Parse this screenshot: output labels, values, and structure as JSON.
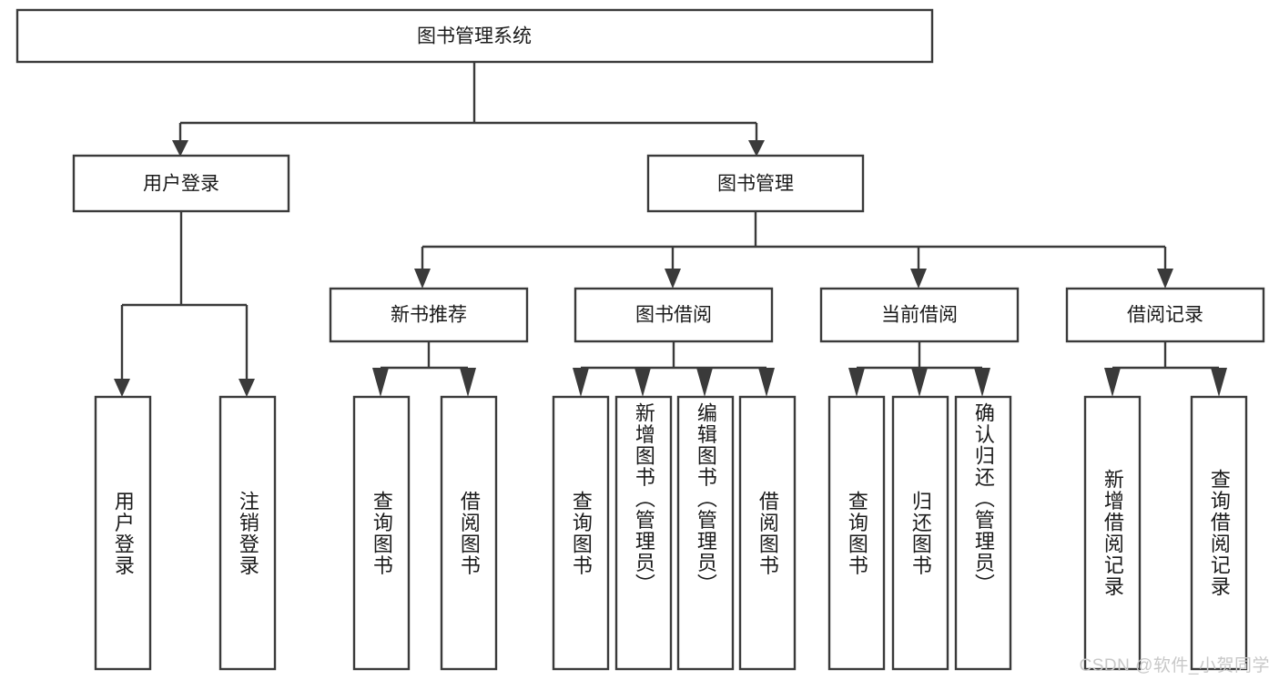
{
  "diagram": {
    "title": "图书管理系统",
    "type": "tree",
    "watermark": "CSDN @软件_小贺同学",
    "colors": {
      "stroke": "#3a3a3a",
      "fill": "#ffffff",
      "text": "#1a1a1a",
      "watermark": "#c8c8c8"
    },
    "levels": {
      "root": {
        "label": "图书管理系统"
      },
      "level2": [
        {
          "id": "user-login",
          "label": "用户登录"
        },
        {
          "id": "book-manage",
          "label": "图书管理"
        }
      ],
      "level3": [
        {
          "id": "new-book-recommend",
          "label": "新书推荐",
          "parent": "book-manage"
        },
        {
          "id": "book-borrow",
          "label": "图书借阅",
          "parent": "book-manage"
        },
        {
          "id": "current-borrow",
          "label": "当前借阅",
          "parent": "book-manage"
        },
        {
          "id": "borrow-record",
          "label": "借阅记录",
          "parent": "book-manage"
        }
      ],
      "leaves": [
        {
          "id": "leaf-user-login",
          "label": "用户登录",
          "parent": "user-login"
        },
        {
          "id": "leaf-logout-login",
          "label": "注销登录",
          "parent": "user-login"
        },
        {
          "id": "leaf-query-book-1",
          "label": "查询图书",
          "parent": "new-book-recommend"
        },
        {
          "id": "leaf-borrow-book-1",
          "label": "借阅图书",
          "parent": "new-book-recommend"
        },
        {
          "id": "leaf-query-book-2",
          "label": "查询图书",
          "parent": "book-borrow"
        },
        {
          "id": "leaf-add-book",
          "label": "新增图书（管理员）",
          "parent": "book-borrow"
        },
        {
          "id": "leaf-edit-book",
          "label": "编辑图书（管理员）",
          "parent": "book-borrow"
        },
        {
          "id": "leaf-borrow-book-2",
          "label": "借阅图书",
          "parent": "book-borrow"
        },
        {
          "id": "leaf-query-book-3",
          "label": "查询图书",
          "parent": "current-borrow"
        },
        {
          "id": "leaf-return-book",
          "label": "归还图书",
          "parent": "current-borrow"
        },
        {
          "id": "leaf-confirm-return",
          "label": "确认归还（管理员）",
          "parent": "current-borrow"
        },
        {
          "id": "leaf-add-record",
          "label": "新增借阅记录",
          "parent": "borrow-record"
        },
        {
          "id": "leaf-query-record",
          "label": "查询借阅记录",
          "parent": "borrow-record"
        }
      ]
    }
  }
}
